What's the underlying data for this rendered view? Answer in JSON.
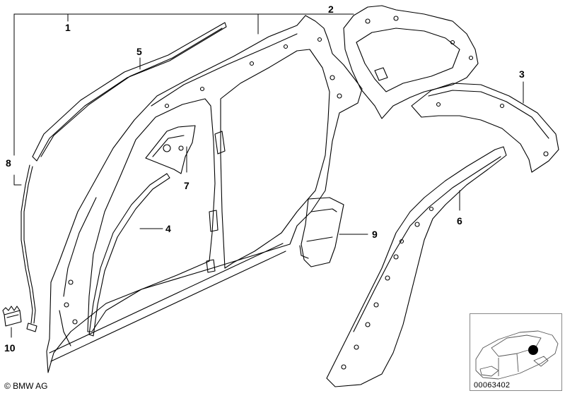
{
  "callouts": {
    "c1": "1",
    "c2": "2",
    "c3": "3",
    "c4": "4",
    "c5": "5",
    "c6": "6",
    "c7": "7",
    "c8": "8",
    "c9": "9",
    "c10": "10"
  },
  "copyright": "© BMW AG",
  "diagram_number": "00063402"
}
